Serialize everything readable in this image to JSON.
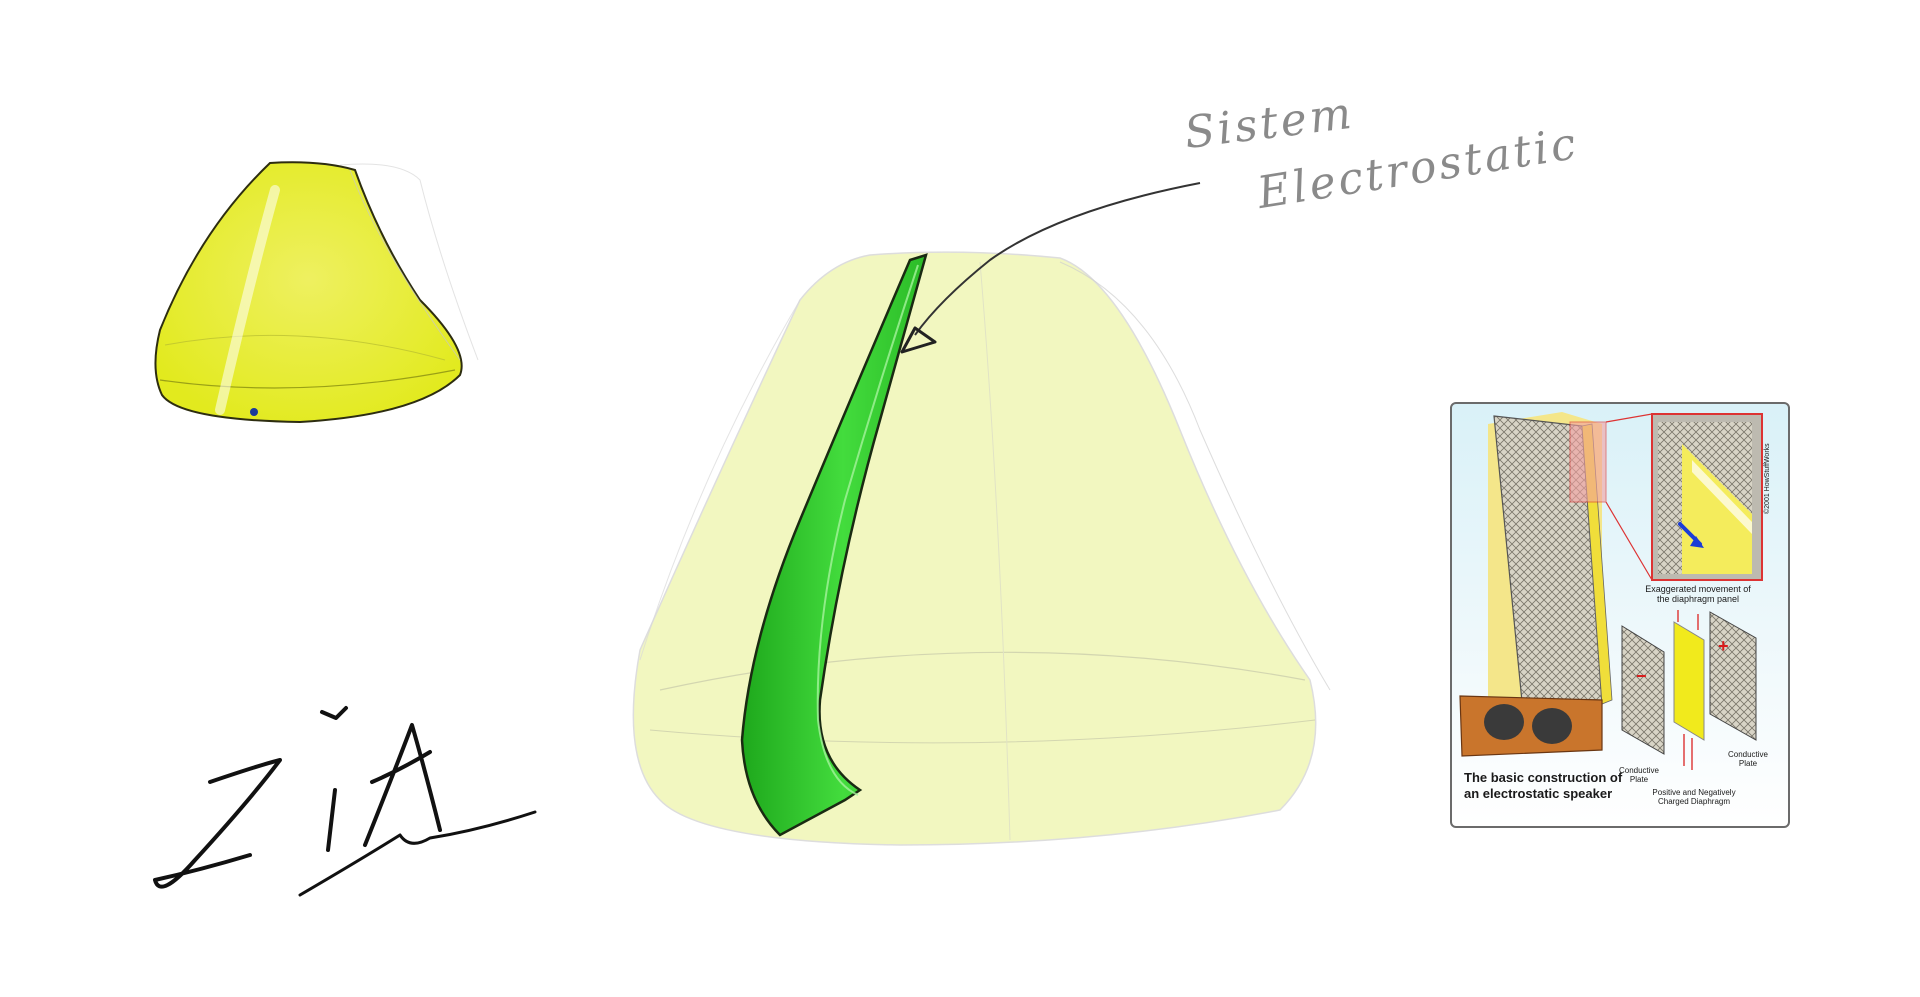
{
  "annotation": {
    "line1": "Sistem",
    "line2": "Electrostatic"
  },
  "signature": {
    "text": "ZiA"
  },
  "inset": {
    "caption": "The basic construction of an electrostatic speaker",
    "movement_caption": "Exaggerated movement of the diaphragm panel",
    "copyright": "©2001 HowStuffWorks",
    "plate_left": "Conductive Plate",
    "plate_right": "Conductive Plate",
    "diaphragm": "Positive and Negatively Charged Diaphragm",
    "minus_symbol": "−",
    "plus_symbol": "+"
  },
  "colors": {
    "small_body_fill": "#e6ee2a",
    "large_body_fill": "#f1f6b8",
    "panel_green": "#3fd23a",
    "annotation_gray": "#8a8a8a",
    "inset_border": "#6b6b6b"
  },
  "icons": {
    "arrow": "arrow-pointer-icon",
    "speaker_base": "speaker-driver-icon"
  }
}
